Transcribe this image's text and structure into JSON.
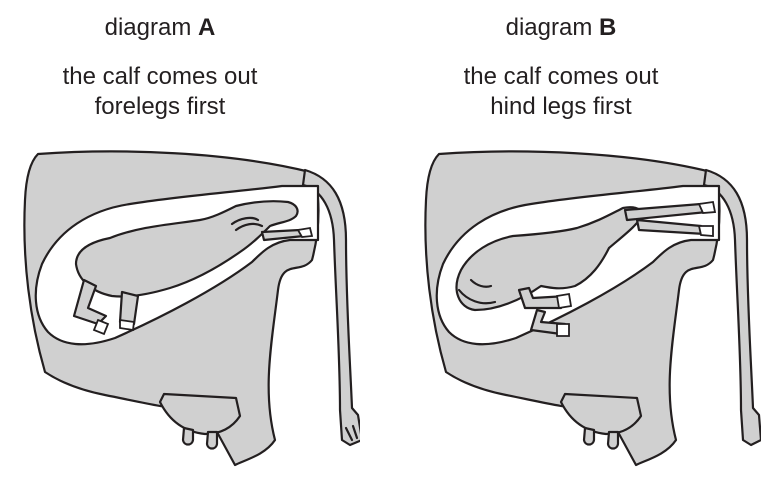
{
  "diagram_a": {
    "title_prefix": "diagram",
    "title_letter": "A",
    "caption_line1": "the calf comes out",
    "caption_line2": "forelegs first"
  },
  "diagram_b": {
    "title_prefix": "diagram",
    "title_letter": "B",
    "caption_line1": "the calf comes out",
    "caption_line2": "hind legs first"
  },
  "colors": {
    "body_fill": "#d0d0d0",
    "outline": "#231f20",
    "background": "#ffffff"
  }
}
